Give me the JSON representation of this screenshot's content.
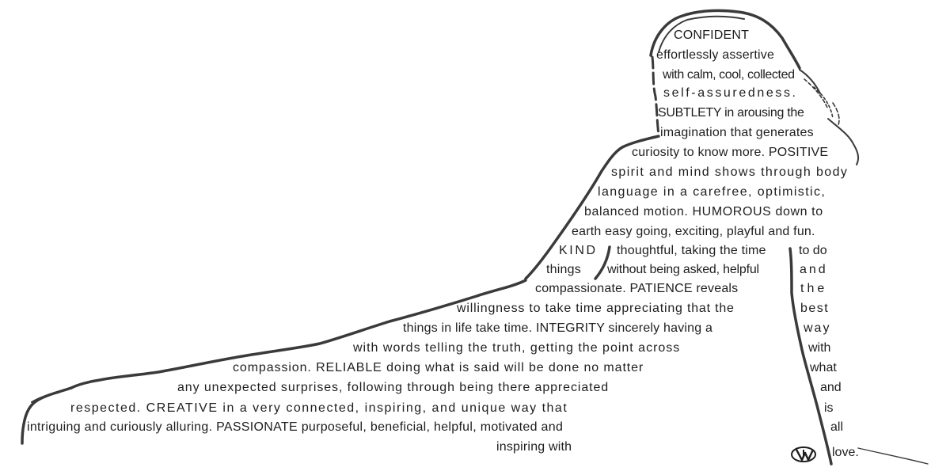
{
  "poem": {
    "lines": [
      "CONFIDENT",
      "effortlessly assertive",
      "with calm, cool, collected",
      "self-assuredness.",
      "SUBTLETY in arousing the",
      "imagination that generates",
      "curiosity to know more. POSITIVE",
      "spirit and mind shows through body",
      "language in a carefree, optimistic,",
      "balanced motion. HUMOROUS down to",
      "earth easy going, exciting, playful and fun.",
      "KIND",
      "thoughtful, taking the time",
      "things",
      "without being asked, helpful",
      "compassionate.  PATIENCE reveals",
      "willingness to take time appreciating that the",
      "things in life take time. INTEGRITY sincerely having a",
      "with words telling the truth, getting the point across",
      "compassion. RELIABLE doing what is said will be done no matter",
      "any unexpected surprises, following through being there appreciated",
      "respected. CREATIVE in a very connected, inspiring, and unique way that",
      "intriguing and curiously alluring. PASSIONATE purposeful, beneficial, helpful, motivated and",
      "inspiring with"
    ],
    "arm_column": [
      "to do",
      "and",
      "the",
      "best",
      "way",
      "with",
      "what",
      "and",
      "is",
      "all",
      "love."
    ]
  },
  "colors": {
    "outline": "#3a3a3a",
    "text": "#1e1e1e",
    "background": "#ffffff"
  },
  "icons": {
    "signature": "artist-monogram-logo"
  }
}
